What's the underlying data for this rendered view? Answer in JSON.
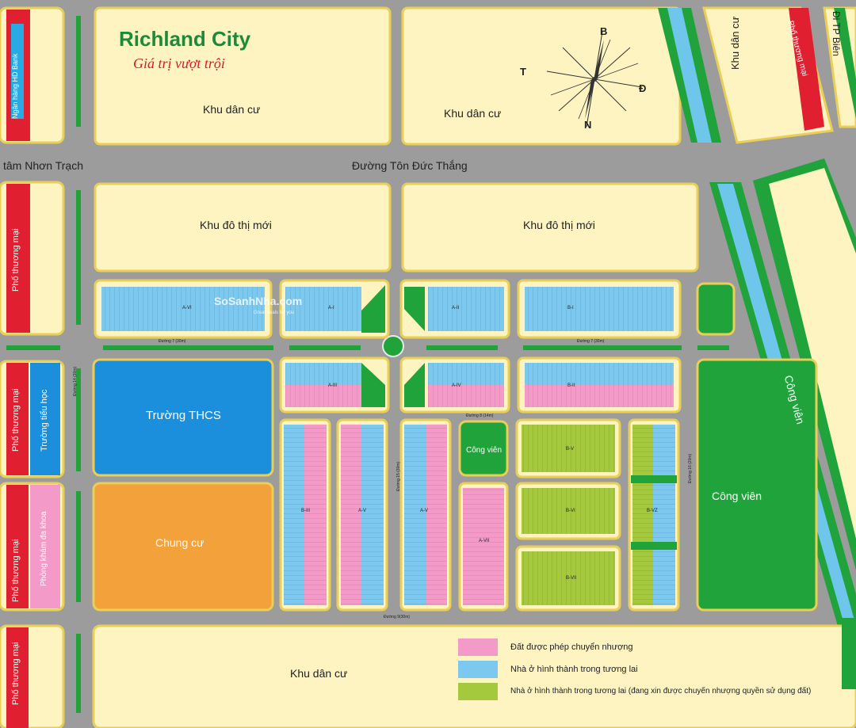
{
  "logo": {
    "brand": "Richland City",
    "slogan": "Giá trị vượt trội"
  },
  "compass": {
    "north": "B",
    "south": "N",
    "east": "Đ",
    "west": "T"
  },
  "roads": {
    "main": "Đường Tôn Đức Thắng",
    "left": "tâm Nhơn Trạch",
    "right_top": "Đi TP Biên",
    "duong7_left": "Đường 7 (30m)",
    "duong7_right": "Đường 7 (30m)",
    "duong8": "Đường 8 (14m)",
    "duong9": "Đường 9(30m)",
    "duong14": "Đường 14 (30m)",
    "duong15": "Đường 15 (30m)",
    "duong16": "Đường 16 (20m)"
  },
  "zones": {
    "khu_dan_cu_1": "Khu dân cư",
    "khu_dan_cu_2": "Khu dân cư",
    "khu_dan_cu_3": "Khu dân cư",
    "khu_dan_cu_bottom": "Khu dân cư",
    "khu_do_thi_1": "Khu đô thị mới",
    "khu_do_thi_2": "Khu đô thị mới",
    "truong_thcs": "Trường THCS",
    "chung_cu": "Chung cư",
    "cong_vien_small": "Công viên",
    "cong_vien_big": "Công viên",
    "cong_vien_strip": "Công viên"
  },
  "side_strips": {
    "ngan_hang": "Ngân hàng HD Bank",
    "pho_tm_1": "Phố thương mại",
    "pho_tm_2": "Phố thương mại",
    "truong_tieu_hoc": "Trường tiểu học",
    "pho_tm_3": "Phố thương mại",
    "phong_kham": "Phòng khám đa khoa",
    "pho_tm_4": "Phố thương mại",
    "top_right_strip": "Phố thương mại"
  },
  "blocks": {
    "a_vi": "A-VI",
    "a_i": "A-I",
    "a_ii": "A-II",
    "b_i": "B-I",
    "a_iii": "A-III",
    "a_iv": "A-IV",
    "b_ii": "B-II",
    "b_iii": "B-III",
    "a_v": "A-V",
    "a_vii": "A-VII",
    "a_vb": "A-V",
    "b_v": "B-V",
    "b_vi": "B-VI",
    "b_vii": "B-VII",
    "b_vz": "B-VZ"
  },
  "legend": [
    {
      "text": "Đất được phép chuyển nhượng",
      "color": "#f49ac8"
    },
    {
      "text": "Nhà ở hình thành trong tương lai",
      "color": "#7cc8ee"
    },
    {
      "text": "Nhà ở hình thành trong tương lai (đang xin được chuyển nhượng quyền sử dụng đất)",
      "color": "#a5c93c"
    }
  ],
  "watermark": {
    "brand": "SoSanhNha.com",
    "tag": "Great deals for you"
  },
  "colors": {
    "road": "#9a9a9a",
    "yellow": "#fdf4c2",
    "yellow_border": "#e9cf57",
    "pink": "#f49ac8",
    "blue": "#7cc8ee",
    "lime": "#a5c93c",
    "green": "#1fa33a",
    "red": "#e02030",
    "school": "#1b8fdc",
    "apartment": "#f3a13b"
  }
}
